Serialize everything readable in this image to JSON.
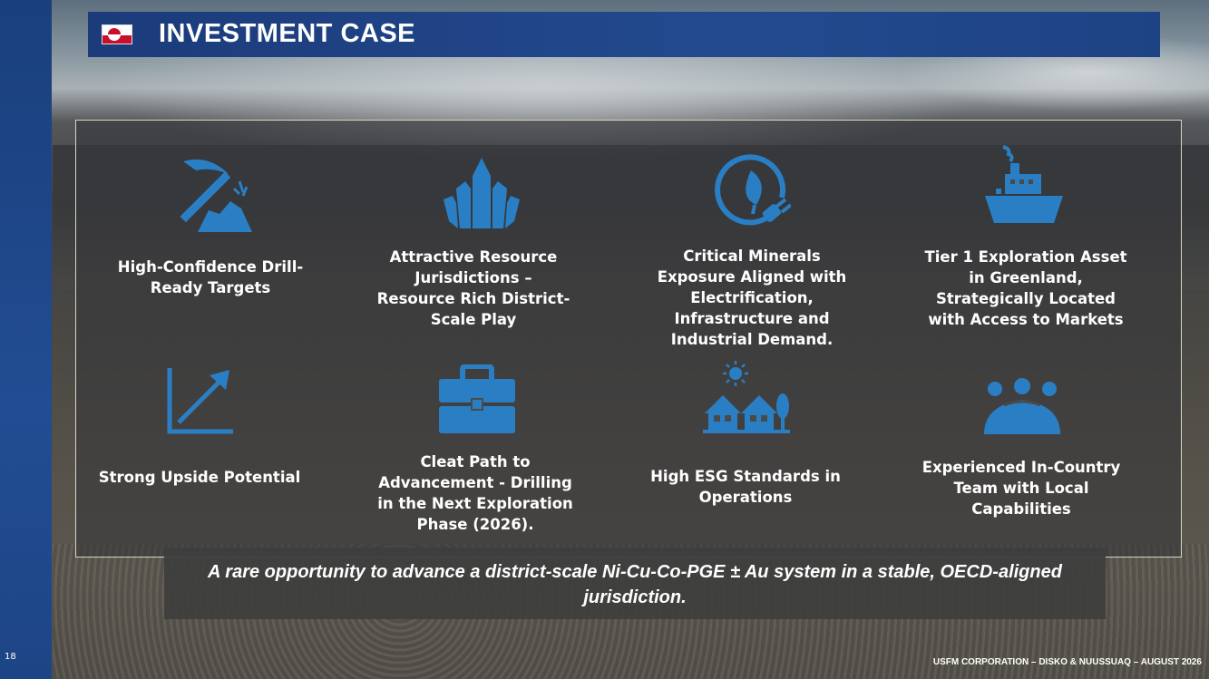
{
  "slide": {
    "title": "INVESTMENT CASE",
    "page_number": "18",
    "footer": "USFM CORPORATION – DISKO & NUUSSUAQ – AUGUST 2026"
  },
  "colors": {
    "icon_blue": "#2a7fc4",
    "header_blue": "#1f4587",
    "banner_bg": "#3e3e3e"
  },
  "items": [
    {
      "icon": "pickaxe-icon",
      "label": "High-Confidence Drill-\nReady Targets"
    },
    {
      "icon": "crystal-icon",
      "label": "Attractive Resource\nJurisdictions –\nResource Rich District-\nScale Play"
    },
    {
      "icon": "leaf-plug-icon",
      "label": "Critical Minerals\nExposure Aligned with\nElectrification,\nInfrastructure and\nIndustrial Demand."
    },
    {
      "icon": "ship-icon",
      "label": "Tier 1 Exploration Asset\nin Greenland,\nStrategically Located\nwith Access to Markets"
    },
    {
      "icon": "growth-chart-icon",
      "label": "Strong Upside Potential"
    },
    {
      "icon": "briefcase-icon",
      "label": "Cleat Path to\nAdvancement - Drilling\nin the Next Exploration\nPhase (2026)."
    },
    {
      "icon": "houses-sun-icon",
      "label": "High ESG Standards in\nOperations"
    },
    {
      "icon": "team-icon",
      "label": "Experienced In-Country\nTeam with Local\nCapabilities"
    }
  ],
  "banner": {
    "text": "A rare opportunity to advance a district-scale Ni-Cu-Co-PGE ± Au system in a stable, OECD-aligned jurisdiction."
  }
}
